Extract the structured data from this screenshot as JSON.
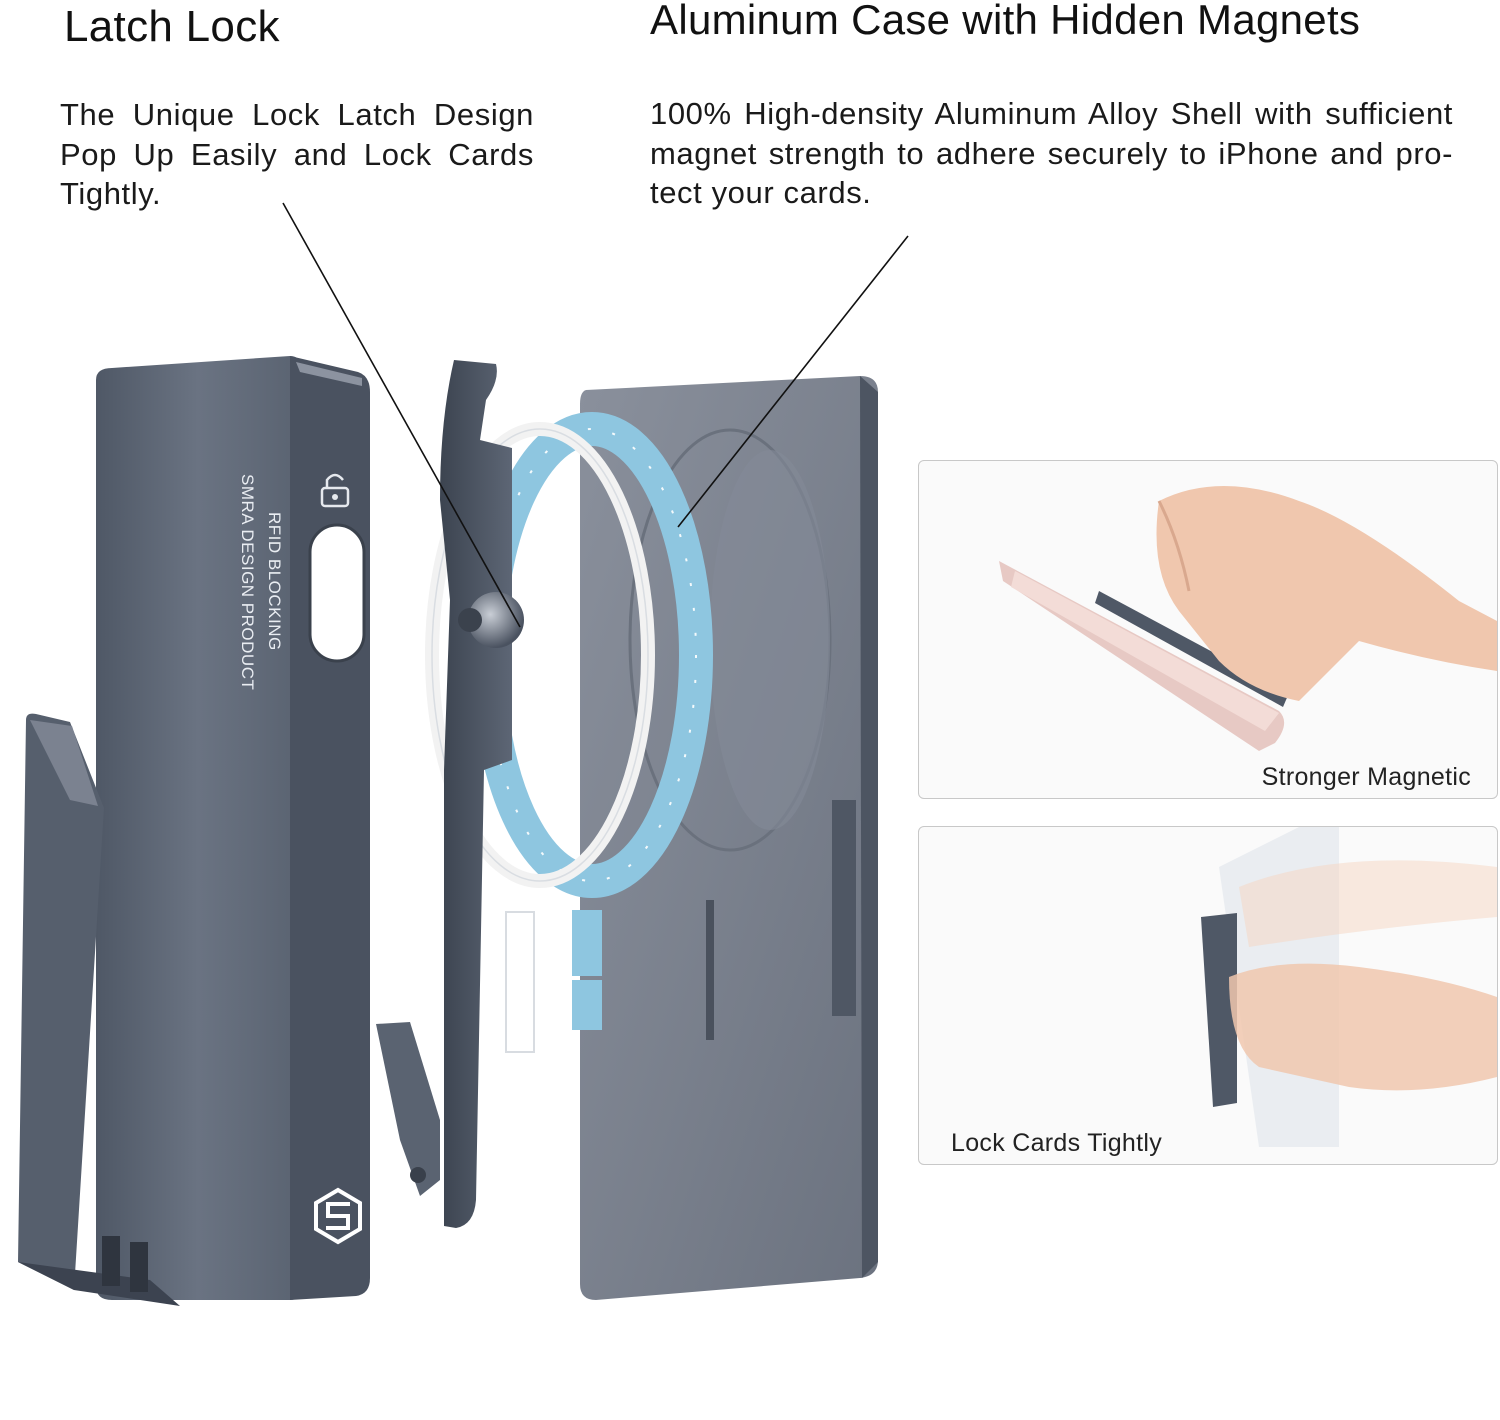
{
  "latch": {
    "title": "Latch Lock",
    "description": "The Unique Lock Latch Design Pop Up Easily and Lock Cards Tightly."
  },
  "magnets": {
    "title": "Aluminum Case with Hidden Magnets",
    "description": "100% High-density Aluminum Alloy Shell with sufficient magnet strength to adhere securely to iPhone and pro-tect your cards."
  },
  "case_engraving": {
    "line1": "RFID BLOCKING",
    "line2": "SMRA DESIGN PRODUCT"
  },
  "insets": [
    {
      "caption": "Stronger Magnetic"
    },
    {
      "caption": "Lock Cards Tightly"
    }
  ],
  "colors": {
    "case_gray": "#5d6675",
    "case_edge": "#3f4753",
    "magnet_blue": "#8ec6e0",
    "plate_gray": "#7c8391"
  },
  "icons": [
    "lock-icon",
    "brand-logo-icon"
  ]
}
